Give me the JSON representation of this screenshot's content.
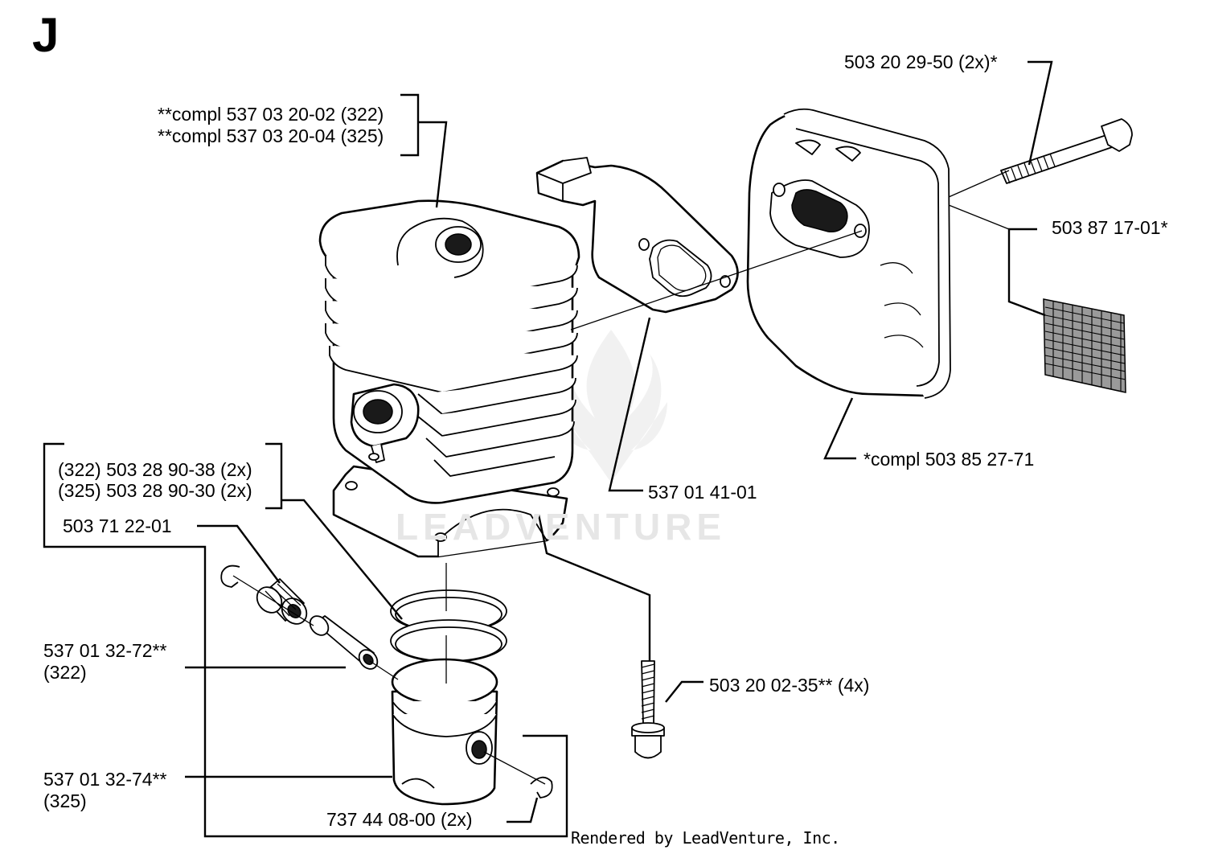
{
  "page_letter": "J",
  "labels": {
    "cylinder_322": "**compl 537 03 20-02 (322)",
    "cylinder_325": "**compl 537 03 20-04 (325)",
    "bolt_muffler": "503 20 29-50 (2x)*",
    "spark_screen": "503 87 17-01*",
    "muffler": "*compl 503 85 27-71",
    "gasket": "537 01 41-01",
    "ring_322": "(322) 503 28 90-38 (2x)",
    "ring_325": "(325) 503 28 90-30 (2x)",
    "needle_bearing": "503 71 22-01",
    "piston_322_num": "537 01 32-72**",
    "piston_322_model": "(322)",
    "piston_325_num": "537 01 32-74**",
    "piston_325_model": "(325)",
    "screw": "503 20 02-35** (4x)",
    "circlip": "737 44 08-00 (2x)"
  },
  "watermark": "LEADVENTURE",
  "credit": "Rendered by LeadVenture, Inc."
}
